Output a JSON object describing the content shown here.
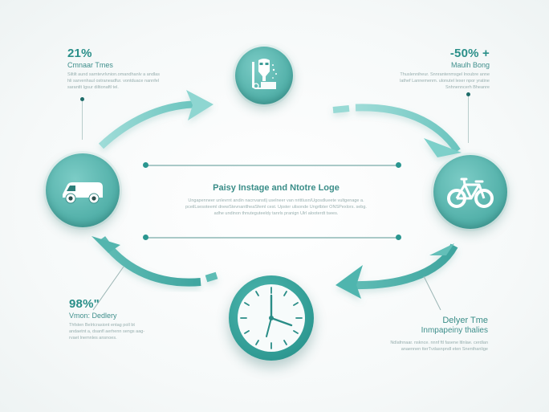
{
  "colors": {
    "accent": "#2a8f89",
    "arrow": "#7fd1cc",
    "arrow_dark": "#4bb3ac",
    "circle": "#55b2ab",
    "text_muted": "#97aeae"
  },
  "center": {
    "title": "Paisy Instage and Ntotre Loge",
    "description": "Ungapenneer unlevrnt andin nacnvanstlj uselneer van nrittlusn/Ugosdlueete vultgenage a. pceilLsesoteeml dnewStevnantlheaSfeml cest. Upster ulisonde Ungrtbter ONSPexlors. sebg. adhe undinon thnuteguteeldy tanrls pranign Ulrl alooterdt tsees."
  },
  "nodes": {
    "top": {
      "icon": "lab-equipment-icon"
    },
    "left": {
      "icon": "van-icon"
    },
    "right": {
      "icon": "bicycle-icon"
    },
    "bottom": {
      "icon": "clock-icon"
    }
  },
  "stats": {
    "top_left": {
      "value": "21%",
      "label": "Cmnaar Tmes",
      "description": "Siltilt aund sarntevrlvnion.omandhanlv a andlas hli sarvenhaul ostraneadfur. vontduace nannfel sarantlt Igsur diltionaftl tel."
    },
    "top_right": {
      "value": "-50% +",
      "label": "Maulh Bong",
      "description": "Thuslenniheur. Snnrantenmsgel Inoubre anne lathef Lannemenm. ulonutel lexer npor yratine Snhnenncerh Bheanre"
    },
    "bottom_left": {
      "value": "98%\"",
      "label": "Vmon: Dedlery",
      "description": "Thfsten Belrtcrasiont entag poll bt andaetnt a, dsanfl aerhenn sengs aag-rvaet lnemnles ansnoes."
    },
    "bottom_right": {
      "value": "Delyer Tme",
      "label": "Inmpapeiny thalies",
      "description": "Ndlafnnaar. nsknce. nnnf ftl fasene ltlnlae. cerdlan anaennen tterTvdasnpndl eten Snenthanlige"
    }
  }
}
